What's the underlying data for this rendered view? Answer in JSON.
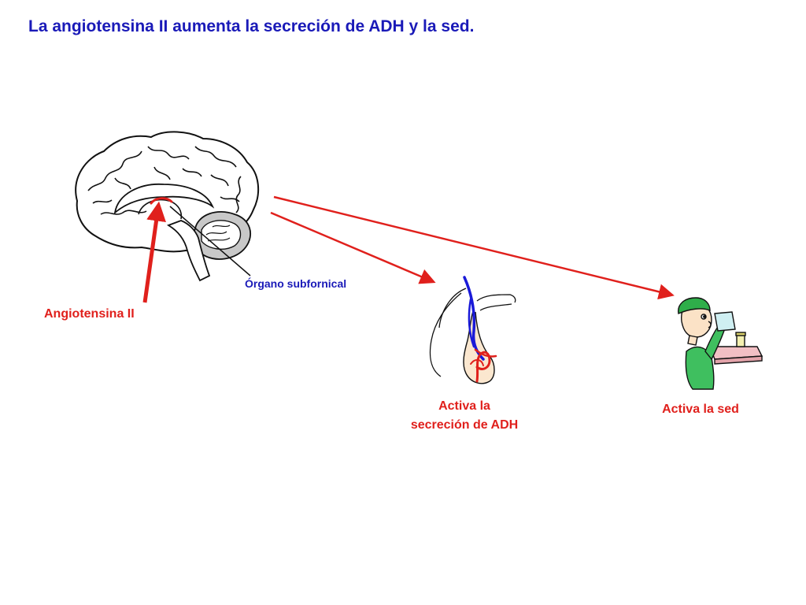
{
  "title": "La angiotensina II aumenta la secreción de ADH y la sed.",
  "labels": {
    "angiotensin": "Angiotensina II",
    "subfornical_organ": "Órgano subfornical",
    "adh_secretion": "Activa la secreción de ADH",
    "thirst": "Activa la sed"
  },
  "colors": {
    "title": "#1a1ab8",
    "arrow": "#e0201c",
    "label_red": "#e0201c",
    "label_blue": "#1a1ab8",
    "vessel_blue": "#1a1ad8",
    "shirt_green": "#3fbf5f",
    "cap_green": "#2fae4a",
    "skin": "#fbe2c6",
    "table": "#f2bfc4",
    "brain_gray": "#c8c8c8"
  },
  "icons": {
    "brain": "brain-sagittal-icon",
    "pituitary": "pituitary-gland-icon",
    "person": "person-drinking-icon"
  }
}
